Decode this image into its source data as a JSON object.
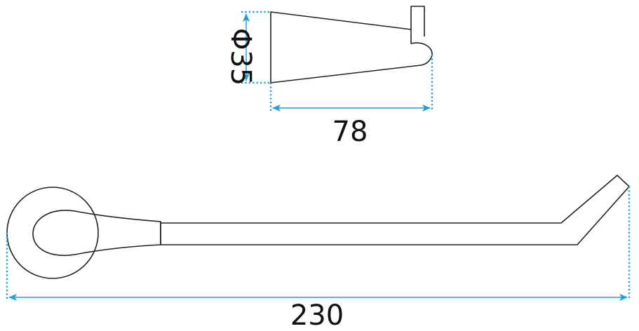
{
  "colors": {
    "dimension": "#1f9fd6",
    "outline": "#222222",
    "text": "#111111",
    "background": "#ffffff"
  },
  "dimensions": {
    "diameter": "Φ35",
    "depth": "78",
    "length": "230"
  }
}
